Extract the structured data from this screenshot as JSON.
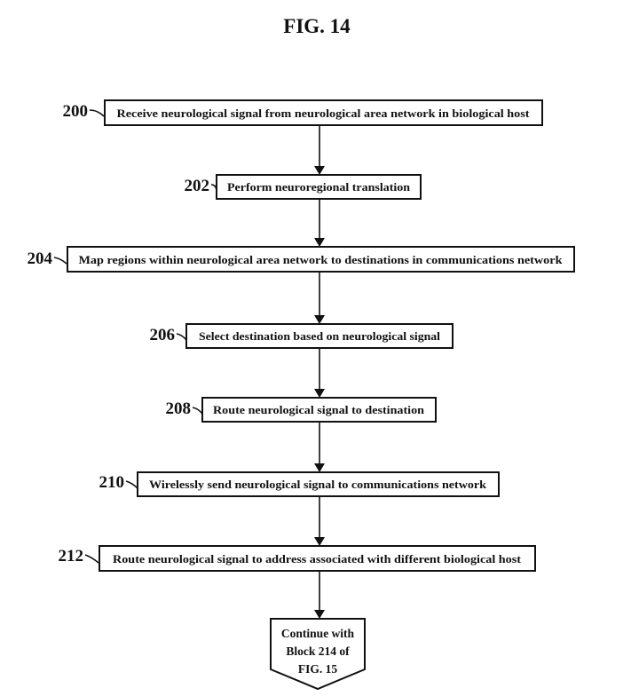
{
  "figure": {
    "title": "FIG. 14"
  },
  "steps": [
    {
      "ref": "200",
      "text": "Receive neurological signal from neurological area network in biological host"
    },
    {
      "ref": "202",
      "text": "Perform neuroregional translation"
    },
    {
      "ref": "204",
      "text": "Map regions within neurological area network to destinations in communications network"
    },
    {
      "ref": "206",
      "text": "Select destination based on neurological signal"
    },
    {
      "ref": "208",
      "text": "Route neurological signal to destination"
    },
    {
      "ref": "210",
      "text": "Wirelessly send neurological signal to communications network"
    },
    {
      "ref": "212",
      "text": "Route neurological signal to address associated with different biological host"
    }
  ],
  "terminal": {
    "lines": [
      "Continue with",
      "Block 214 of",
      "FIG. 15"
    ]
  },
  "colors": {
    "ink": "#111111",
    "background": "#ffffff"
  }
}
